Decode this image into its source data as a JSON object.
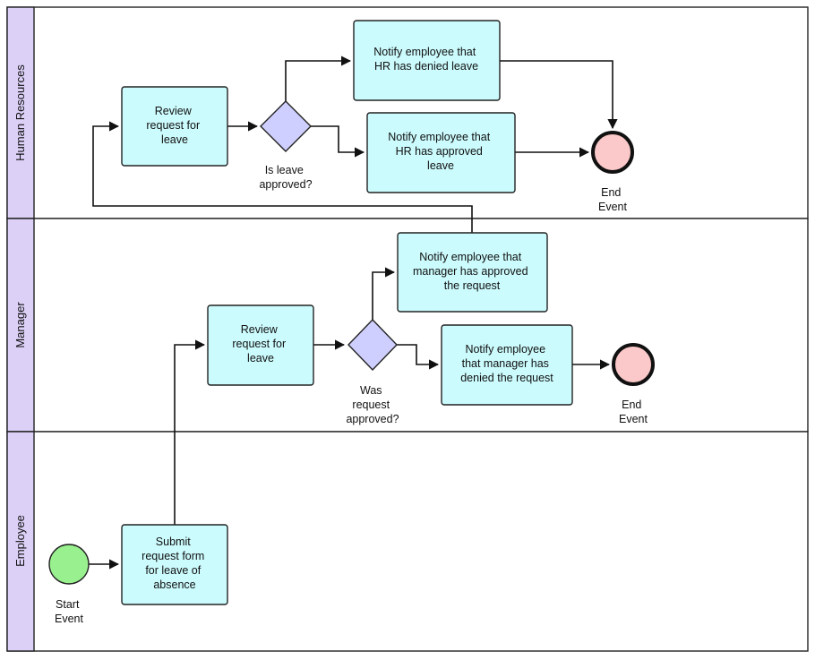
{
  "colors": {
    "lane_header": "#dcd0f7",
    "task_fill": "#ccfbfd",
    "gateway_fill": "#cfcfff",
    "start_fill": "#99f08f",
    "end_fill": "#fbc9c9",
    "line": "#111111"
  },
  "lanes": [
    {
      "id": "hr",
      "label": "Human Resources"
    },
    {
      "id": "manager",
      "label": "Manager"
    },
    {
      "id": "employee",
      "label": "Employee"
    }
  ],
  "nodes": {
    "start_event": {
      "type": "start-event",
      "label_lines": [
        "Start",
        "Event"
      ]
    },
    "submit_request": {
      "type": "task",
      "label_lines": [
        "Submit",
        "request form",
        "for leave of",
        "absence"
      ]
    },
    "manager_review": {
      "type": "task",
      "label_lines": [
        "Review",
        "request for",
        "leave"
      ]
    },
    "manager_gateway": {
      "type": "gateway",
      "label_lines": [
        "Was",
        "request",
        "approved?"
      ]
    },
    "notify_manager_approved": {
      "type": "task",
      "label_lines": [
        "Notify employee that",
        "manager has approved",
        "the request"
      ]
    },
    "notify_manager_denied": {
      "type": "task",
      "label_lines": [
        "Notify employee",
        "that manager has",
        "denied the request"
      ]
    },
    "manager_end": {
      "type": "end-event",
      "label_lines": [
        "End",
        "Event"
      ]
    },
    "hr_review": {
      "type": "task",
      "label_lines": [
        "Review",
        "request for",
        "leave"
      ]
    },
    "hr_gateway": {
      "type": "gateway",
      "label_lines": [
        "Is leave",
        "approved?"
      ]
    },
    "notify_hr_denied": {
      "type": "task",
      "label_lines": [
        "Notify employee that",
        "HR has denied leave"
      ]
    },
    "notify_hr_approved": {
      "type": "task",
      "label_lines": [
        "Notify employee that",
        "HR has approved",
        "leave"
      ]
    },
    "hr_end": {
      "type": "end-event",
      "label_lines": [
        "End",
        "Event"
      ]
    }
  },
  "edges": [
    {
      "from": "start_event",
      "to": "submit_request"
    },
    {
      "from": "submit_request",
      "to": "manager_review"
    },
    {
      "from": "manager_review",
      "to": "manager_gateway"
    },
    {
      "from": "manager_gateway",
      "to": "notify_manager_approved"
    },
    {
      "from": "manager_gateway",
      "to": "notify_manager_denied"
    },
    {
      "from": "notify_manager_denied",
      "to": "manager_end"
    },
    {
      "from": "notify_manager_approved",
      "to": "hr_review"
    },
    {
      "from": "hr_review",
      "to": "hr_gateway"
    },
    {
      "from": "hr_gateway",
      "to": "notify_hr_denied"
    },
    {
      "from": "hr_gateway",
      "to": "notify_hr_approved"
    },
    {
      "from": "notify_hr_denied",
      "to": "hr_end"
    },
    {
      "from": "notify_hr_approved",
      "to": "hr_end"
    }
  ]
}
